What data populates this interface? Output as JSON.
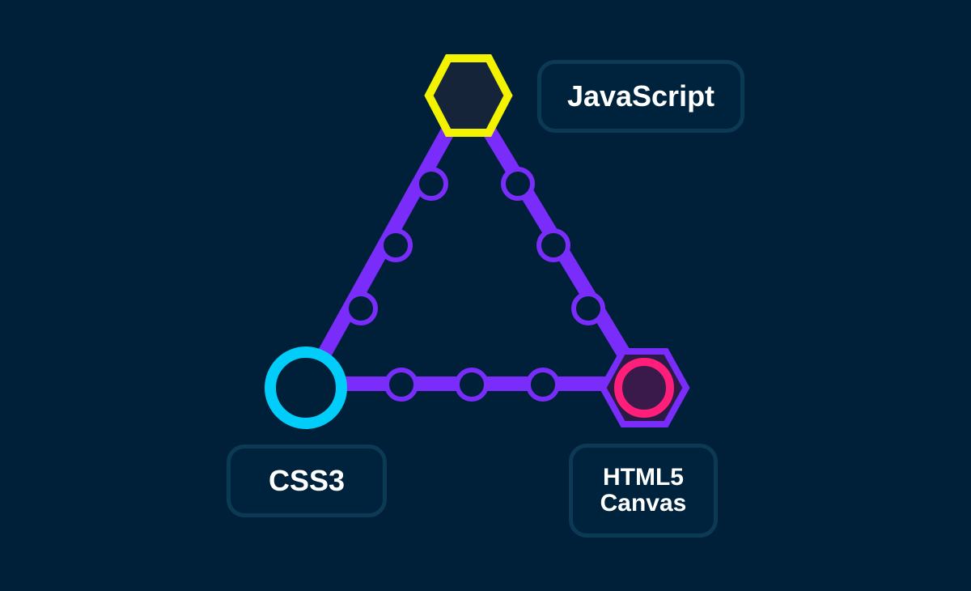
{
  "nodes": {
    "javascript": {
      "label": "JavaScript"
    },
    "css3": {
      "label": "CSS3"
    },
    "html5_canvas": {
      "label_line1": "HTML5",
      "label_line2": "Canvas"
    }
  },
  "colors": {
    "background": "#002039",
    "track": "#7a2dfa",
    "javascript_node": "#f3f300",
    "css3_node": "#00cdfa",
    "html5_canvas_outer": "#7a2dfa",
    "html5_canvas_inner": "#ff1f7a",
    "label_border": "#0c3a55"
  }
}
